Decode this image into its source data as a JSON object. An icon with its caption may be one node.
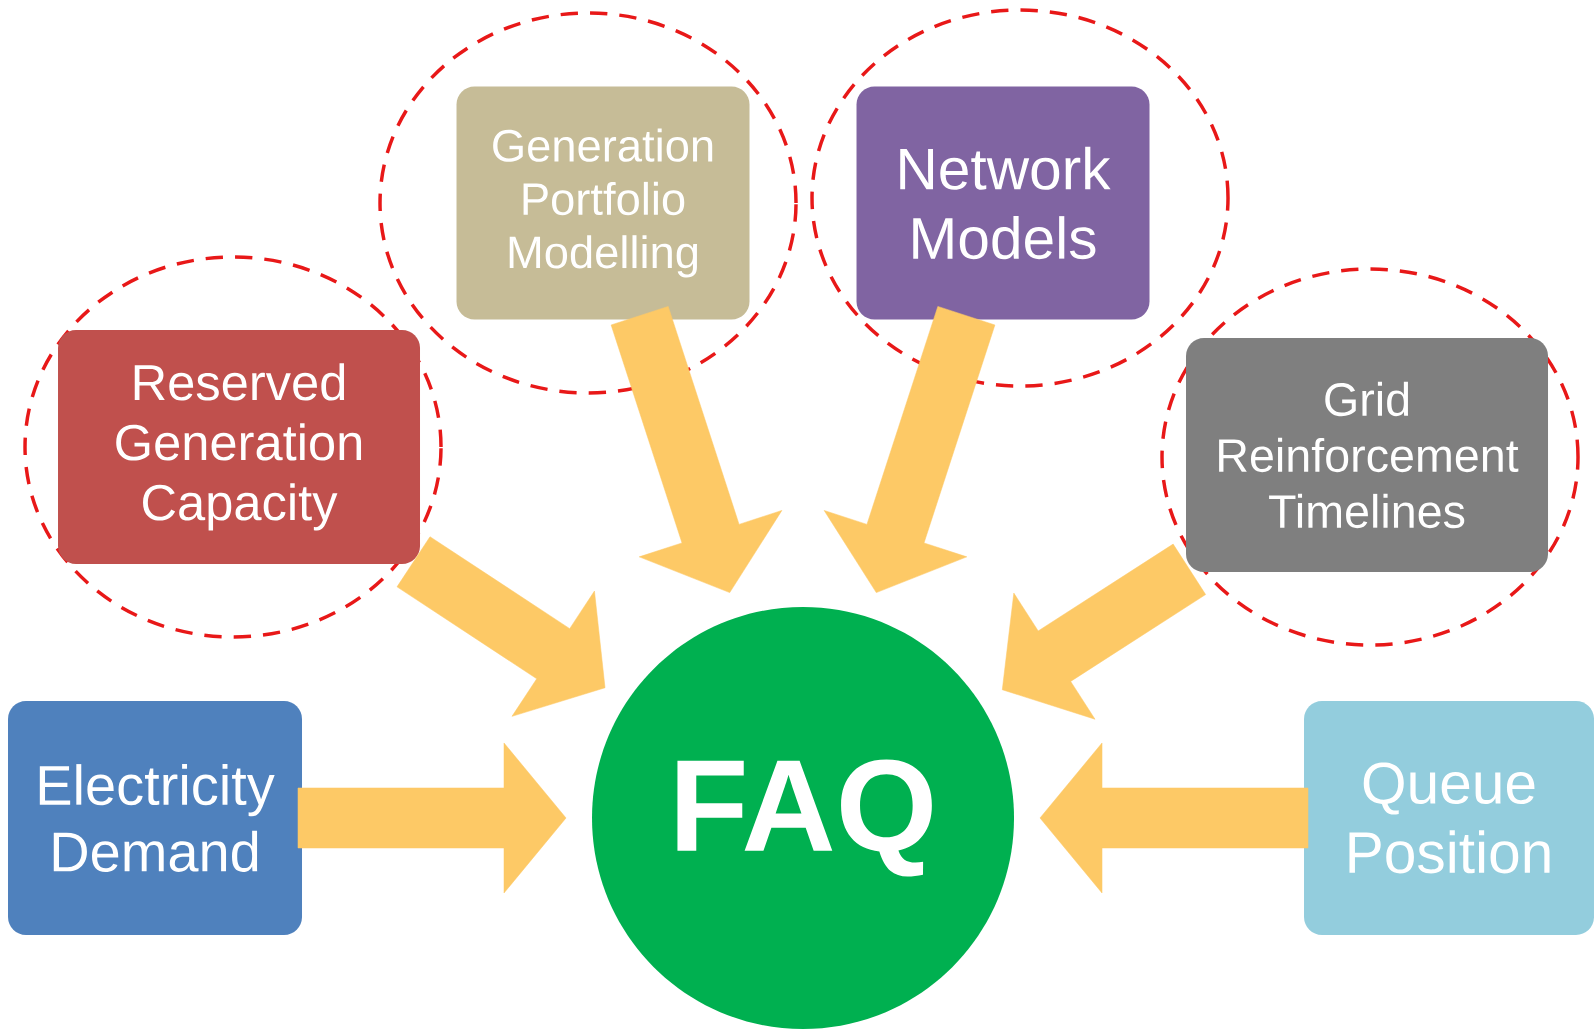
{
  "diagram": {
    "nodes": [
      {
        "text": [],
        "shape": "ellipse"
      },
      {
        "text": [
          "Generation Portfolio Modelling"
        ],
        "in": 0
      },
      {
        "text": [],
        "shape": "ellipse"
      },
      {
        "text": [
          "Network Models"
        ],
        "in": 2
      },
      {
        "text": [],
        "shape": "ellipse"
      },
      {
        "text": [
          "Reserved Generation Capacity"
        ],
        "in": 4
      },
      {
        "text": [],
        "shape": "ellipse"
      },
      {
        "text": [
          "Grid Reinforcement Timelines"
        ],
        "in": 6
      },
      {
        "text": [
          "Electricity Demand"
        ]
      },
      {
        "text": [
          "FAQ"
        ]
      },
      {
        "text": [
          "Queue Position"
        ]
      }
    ],
    "edges": [
      {
        "from": 1,
        "to": 9,
        "arrow": "to"
      },
      {
        "from": 3,
        "to": 9,
        "arrow": "to"
      },
      {
        "from": 5,
        "to": 9,
        "arrow": "to"
      },
      {
        "from": 7,
        "to": 9,
        "arrow": "to"
      },
      {
        "from": 8,
        "to": 9,
        "arrow": "to"
      },
      {
        "from": 10,
        "to": 9,
        "arrow": "to"
      }
    ]
  }
}
